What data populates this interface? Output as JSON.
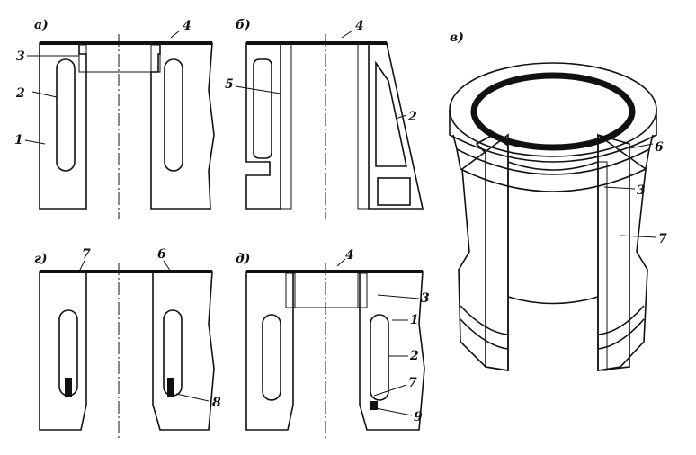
{
  "panels": {
    "a": {
      "letter": "а)",
      "labels": {
        "l3": "3",
        "l4": "4",
        "l2": "2",
        "l1": "1"
      }
    },
    "b": {
      "letter": "б)",
      "labels": {
        "l4": "4",
        "l5": "5",
        "l2": "2"
      }
    },
    "v": {
      "letter": "в)",
      "labels": {
        "l6": "6",
        "l3": "3",
        "l7": "7"
      }
    },
    "g": {
      "letter": "г)",
      "labels": {
        "l7": "7",
        "l6": "6",
        "l8": "8"
      }
    },
    "d": {
      "letter": "д)",
      "labels": {
        "l4": "4",
        "l3": "3",
        "l1": "1",
        "l2": "2",
        "l7": "7",
        "l9": "9"
      }
    }
  },
  "colors": {
    "ink": "#111111",
    "paper": "#ffffff"
  }
}
